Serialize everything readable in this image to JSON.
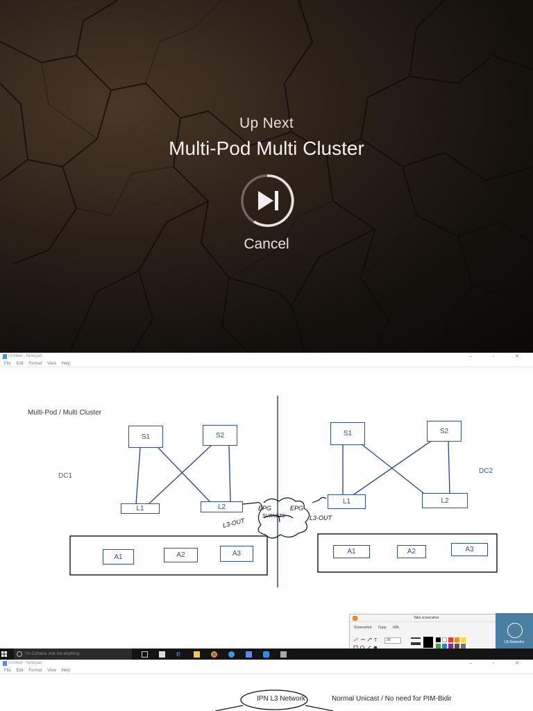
{
  "overlay": {
    "label": "Up Next",
    "title": "Multi-Pod Multi Cluster",
    "play_icon": "skip-next-icon",
    "cancel": "Cancel"
  },
  "notepad": {
    "title": "Untitled - Notepad",
    "menu": [
      "File",
      "Edit",
      "Format",
      "View",
      "Help"
    ],
    "diagram": {
      "title": "Multi-Pod / Multi Cluster",
      "dc1": {
        "label": "DC1",
        "spines": [
          "S1",
          "S2"
        ],
        "leaves": [
          "L1",
          "L2"
        ],
        "apps": [
          "A1",
          "A2",
          "A3"
        ]
      },
      "dc2": {
        "label": "DC2",
        "spines": [
          "S1",
          "S2"
        ],
        "leaves": [
          "L1",
          "L2"
        ],
        "apps": [
          "A1",
          "A2",
          "A3"
        ]
      },
      "handwritten": [
        "EPG",
        "EPG",
        "L3-OUT",
        "L3-OUT",
        "SUBNETS"
      ]
    }
  },
  "snipping_tool": {
    "title": "Take screenshot",
    "actions": [
      "Screenshot",
      "Copy",
      "URL"
    ],
    "size": "26",
    "colors": [
      "#000000",
      "#ffffff",
      "#e53935",
      "#fb8c00",
      "#fdd835",
      "#43a047",
      "#1e88e5",
      "#8e24aa",
      "#6d4c41",
      "#757575"
    ]
  },
  "taskbar": {
    "cortana_placeholder": "I'm Cortana. Ask me anything."
  },
  "channel_badge": {
    "text": "LB-Networks"
  },
  "notepad2": {
    "title": "Untitled - Notepad",
    "menu": [
      "File",
      "Edit",
      "Format",
      "View",
      "Help"
    ],
    "ipn_label": "IPN L3 Network",
    "note": "Normal Unicast / No need for PIM-Bidir"
  }
}
